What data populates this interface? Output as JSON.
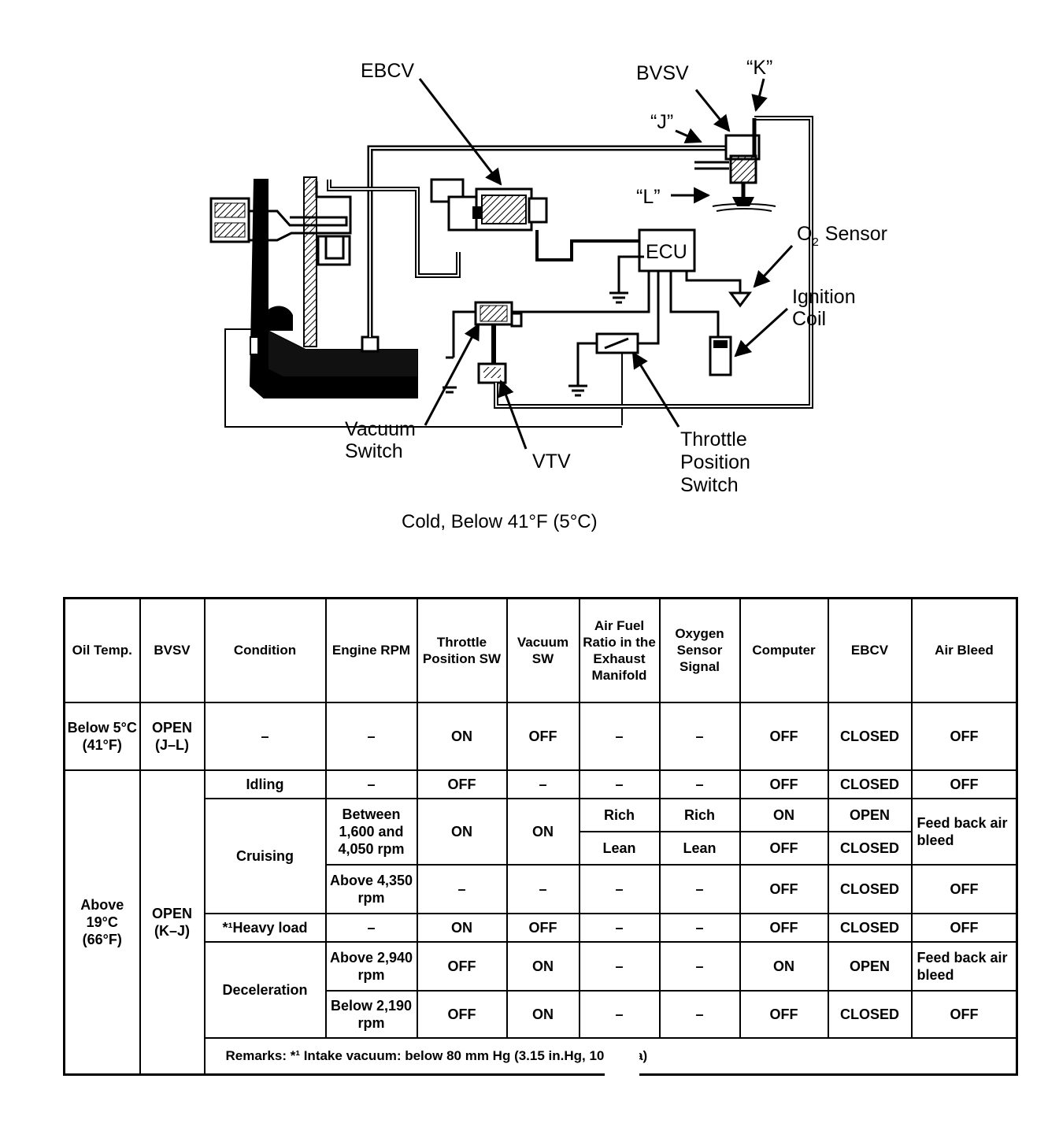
{
  "diagram": {
    "labels": {
      "ebcv": "EBCV",
      "bvsv": "BVSV",
      "k": "“K”",
      "j": "“J”",
      "l": "“L”",
      "ecu": "ECU",
      "o2_sensor_o": "O",
      "o2_sensor_sub": "2",
      "o2_sensor_rest": "Sensor",
      "ignition_line1": "Ignition",
      "ignition_line2": "Coil",
      "vacuum_line1": "Vacuum",
      "vacuum_line2": "Switch",
      "vtv": "VTV",
      "throttle_line1": "Throttle",
      "throttle_line2": "Position",
      "throttle_line3": "Switch"
    },
    "caption": "Cold, Below 41°F (5°C)"
  },
  "table": {
    "headers": {
      "oil_temp": "Oil Temp.",
      "bvsv": "BVSV",
      "condition": "Condition",
      "engine_rpm": "Engine RPM",
      "throttle_sw": "Throttle Position SW",
      "vacuum_sw": "Vacuum SW",
      "air_fuel": "Air Fuel Ratio in the Exhaust Manifold",
      "oxygen": "Oxygen Sensor Signal",
      "computer": "Computer",
      "ebcv": "EBCV",
      "air_bleed": "Air Bleed"
    },
    "below": {
      "oil_temp": "Below 5°C (41°F)",
      "bvsv": "OPEN (J–L)",
      "condition": "–",
      "rpm": "–",
      "throttle": "ON",
      "vacuum": "OFF",
      "air_fuel": "–",
      "oxygen": "–",
      "computer": "OFF",
      "ebcv": "CLOSED",
      "air_bleed": "OFF"
    },
    "above": {
      "oil_temp": "Above 19°C (66°F)",
      "bvsv": "OPEN (K–J)"
    },
    "idling": {
      "condition": "Idling",
      "rpm": "–",
      "throttle": "OFF",
      "vacuum": "–",
      "air_fuel": "–",
      "oxygen": "–",
      "computer": "OFF",
      "ebcv": "CLOSED",
      "air_bleed": "OFF"
    },
    "cruising": {
      "condition": "Cruising",
      "rpm_a": "Between 1,600 and 4,050 rpm",
      "throttle_a": "ON",
      "vacuum_a": "ON",
      "rich": {
        "air_fuel": "Rich",
        "oxygen": "Rich",
        "computer": "ON",
        "ebcv": "OPEN"
      },
      "lean": {
        "air_fuel": "Lean",
        "oxygen": "Lean",
        "computer": "OFF",
        "ebcv": "CLOSED"
      },
      "air_bleed_a": "Feed back air bleed",
      "rpm_b": "Above 4,350 rpm",
      "throttle_b": "–",
      "vacuum_b": "–",
      "air_fuel_b": "–",
      "oxygen_b": "–",
      "computer_b": "OFF",
      "ebcv_b": "CLOSED",
      "air_bleed_b": "OFF"
    },
    "heavy": {
      "condition": "*¹Heavy load",
      "rpm": "–",
      "throttle": "ON",
      "vacuum": "OFF",
      "air_fuel": "–",
      "oxygen": "–",
      "computer": "OFF",
      "ebcv": "CLOSED",
      "air_bleed": "OFF"
    },
    "decel": {
      "condition": "Deceleration",
      "a": {
        "rpm": "Above 2,940 rpm",
        "throttle": "OFF",
        "vacuum": "ON",
        "air_fuel": "–",
        "oxygen": "–",
        "computer": "ON",
        "ebcv": "OPEN",
        "air_bleed": "Feed back air bleed"
      },
      "b": {
        "rpm": "Below 2,190 rpm",
        "throttle": "OFF",
        "vacuum": "ON",
        "air_fuel": "–",
        "oxygen": "–",
        "computer": "OFF",
        "ebcv": "CLOSED",
        "air_bleed": "OFF"
      }
    },
    "remarks": "Remarks:   *¹ Intake vacuum: below 80 mm Hg (3.15 in.Hg, 10.7 kPa)"
  }
}
